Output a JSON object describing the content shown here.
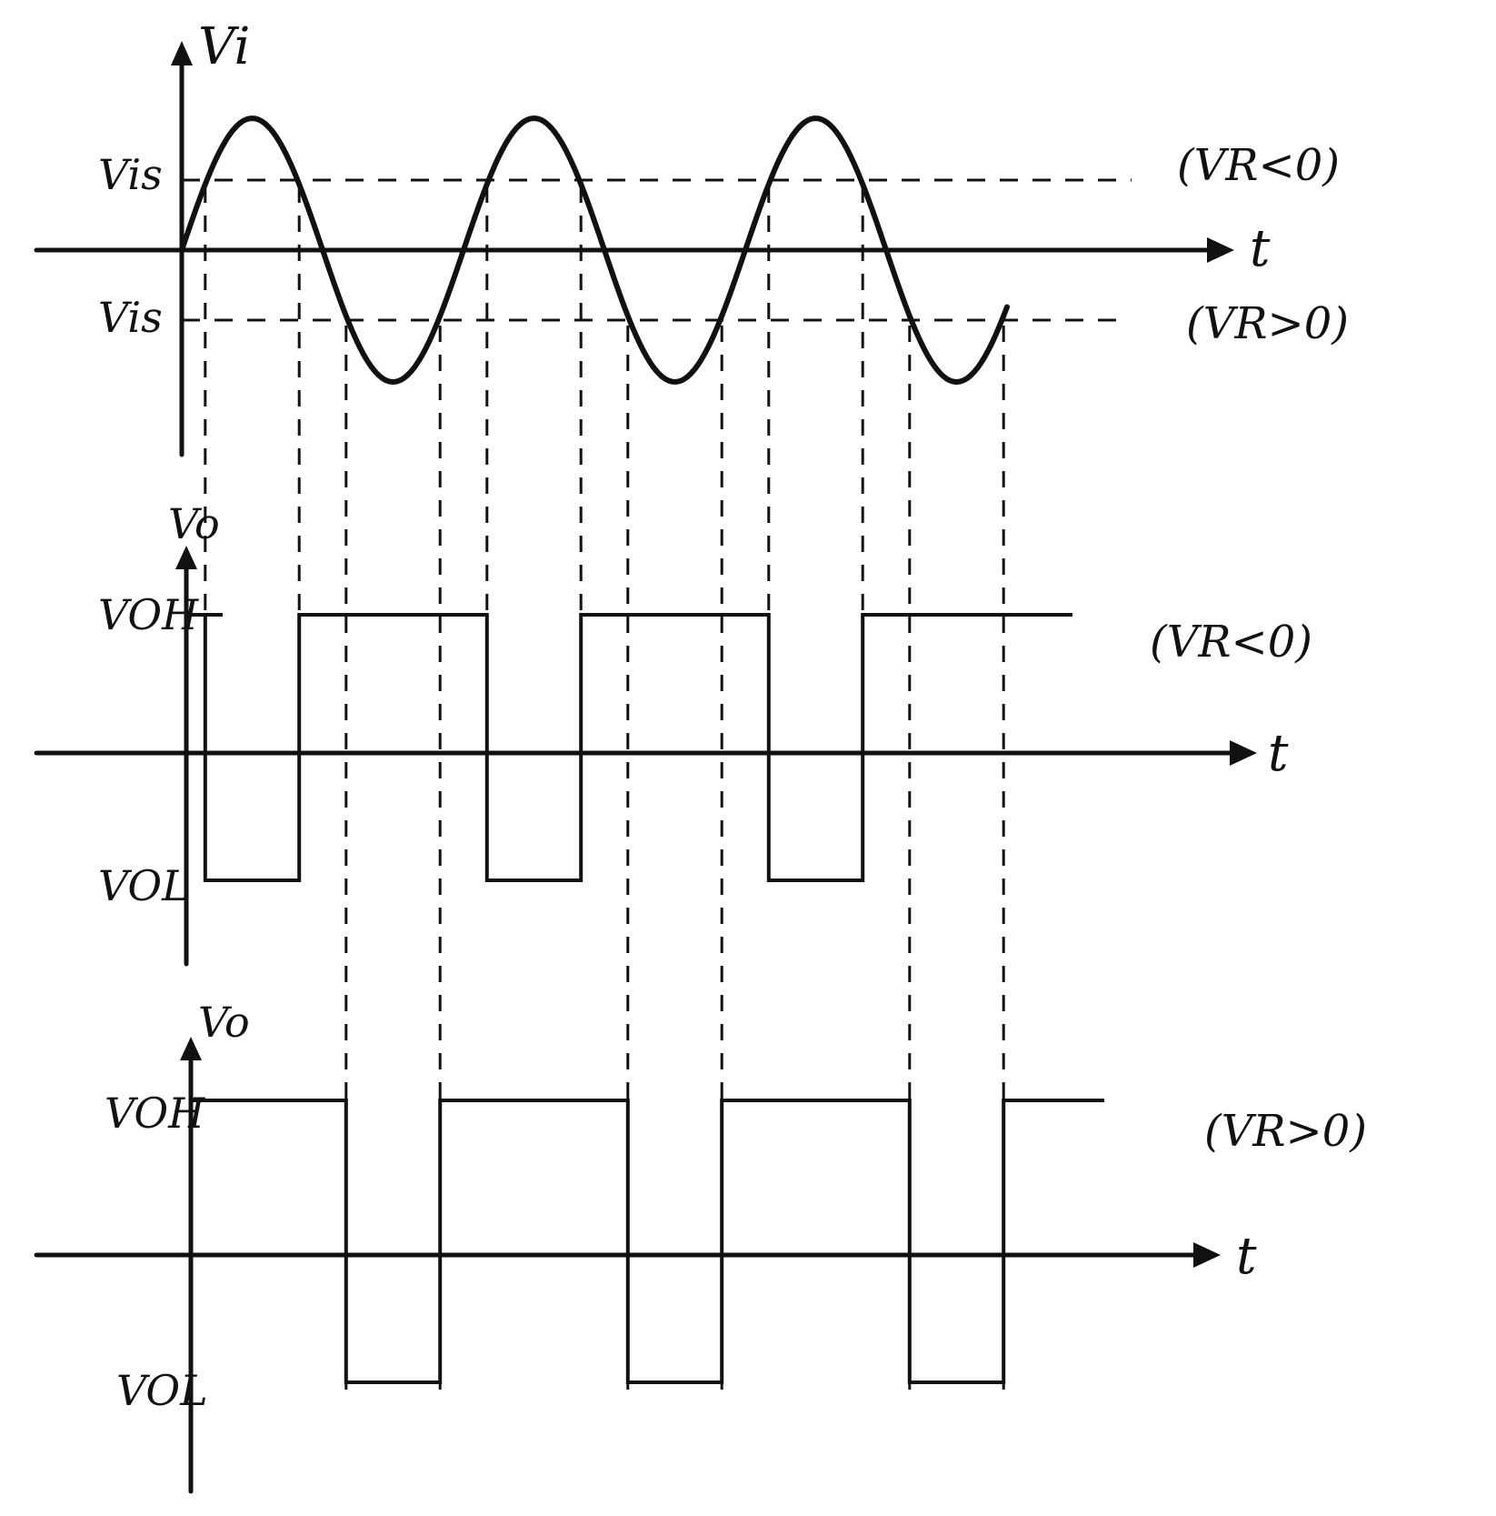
{
  "labels": {
    "top_y_axis": "Vi",
    "threshold_upper": "Vis",
    "threshold_lower": "Vis",
    "note_upper": "(VR<0)",
    "note_lower": "(VR>0)",
    "t_axis": "t",
    "mid_y_axis": "Vo",
    "mid_high": "VOH",
    "mid_low": "VOL",
    "mid_note": "(VR<0)",
    "bot_y_axis": "Vo",
    "bot_high": "VOH",
    "bot_low": "VOL",
    "bot_note": "(VR>0)"
  },
  "waveforms": {
    "input_period_fraction": 0.333,
    "input_cycles": 3,
    "upper_threshold_fraction_of_peak": 0.5,
    "lower_threshold_fraction_of_peak": -0.5
  }
}
